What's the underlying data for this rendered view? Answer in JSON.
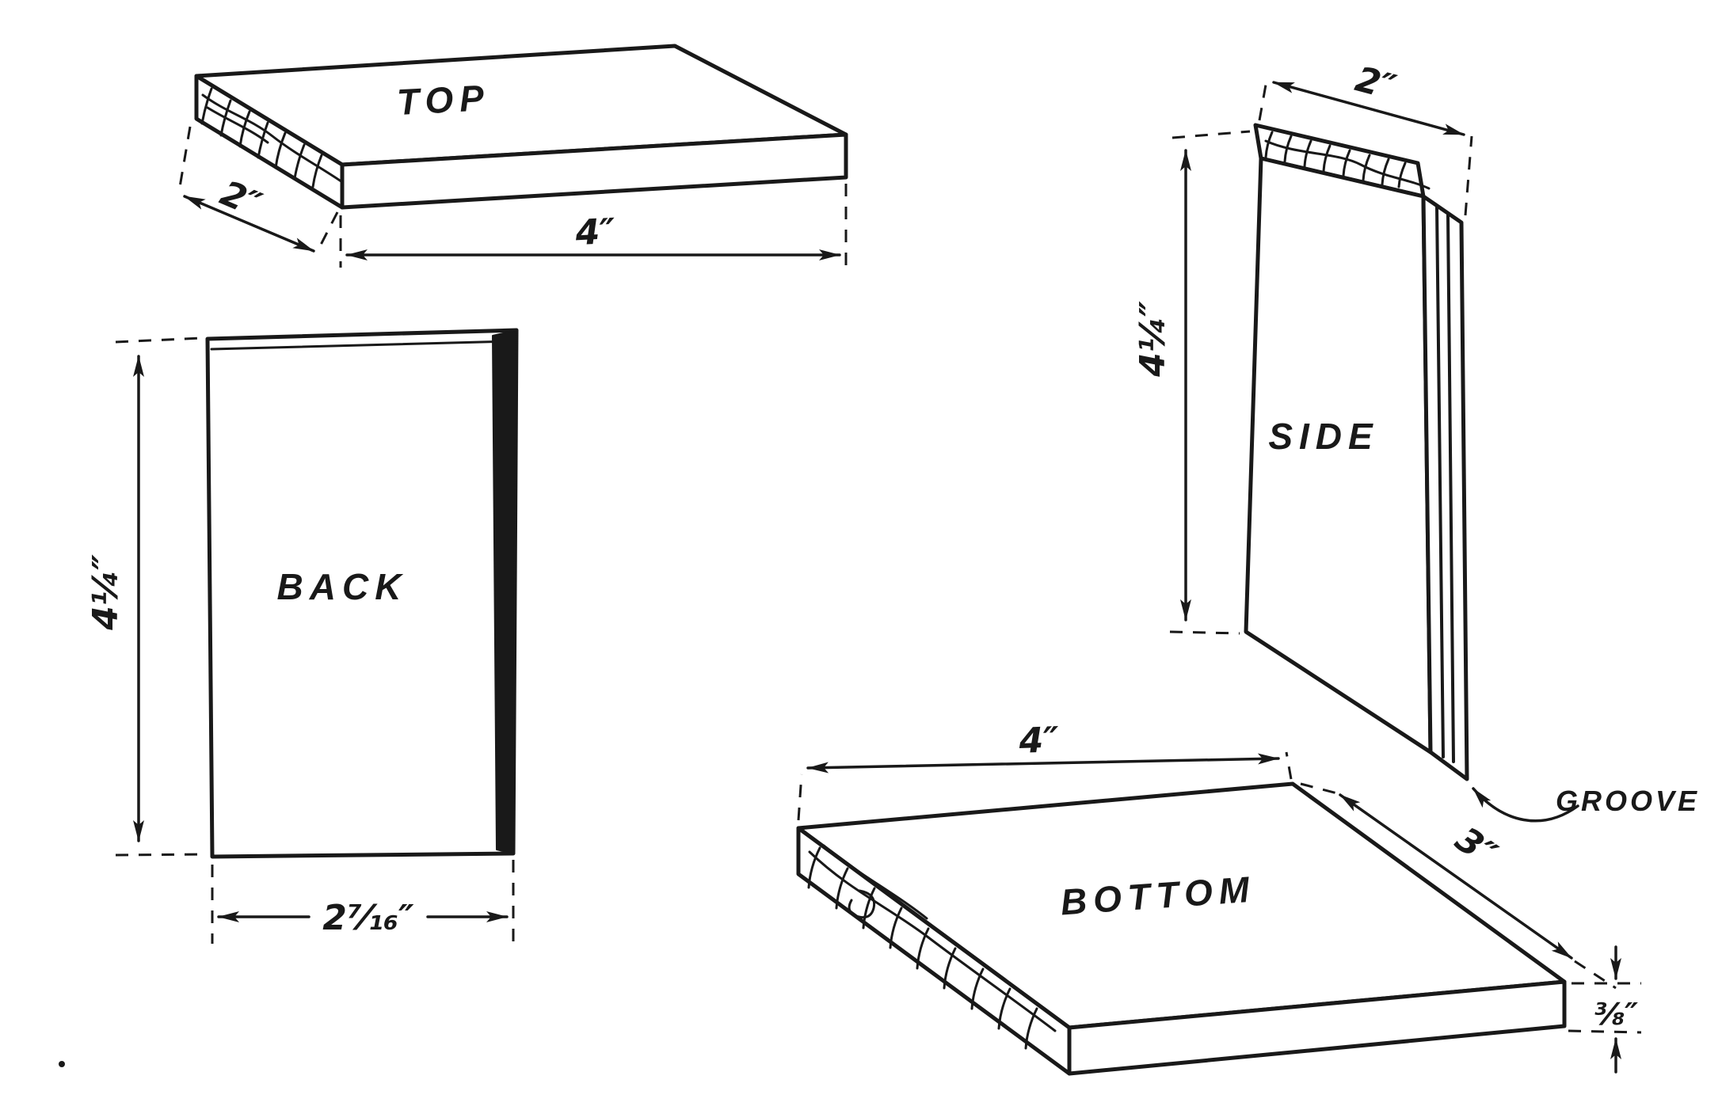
{
  "figure": {
    "ink_color": "#191919",
    "background_color": "#ffffff",
    "parts": {
      "top": {
        "label": "TOP",
        "dims": {
          "depth": "2″",
          "width": "4″"
        }
      },
      "side": {
        "label": "SIDE",
        "groove": "GROOVE",
        "dims": {
          "width": "2″",
          "height": "4¼″"
        }
      },
      "back": {
        "label": "BACK",
        "dims": {
          "height": "4¼″",
          "width": "2⁷⁄₁₆″"
        }
      },
      "bottom": {
        "label": "BOTTOM",
        "dims": {
          "length": "4″",
          "depth": "3″",
          "thickness": "⅜″"
        }
      }
    }
  }
}
